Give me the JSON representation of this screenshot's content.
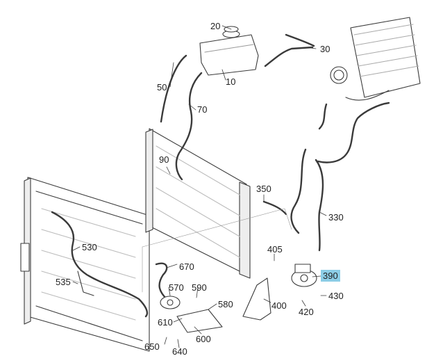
{
  "labels": {
    "p10": "10",
    "p20": "20",
    "p30": "30",
    "p50": "50",
    "p70": "70",
    "p90": "90",
    "p330": "330",
    "p350": "350",
    "p390": "390",
    "p400": "400",
    "p405": "405",
    "p420": "420",
    "p430": "430",
    "p530": "530",
    "p535": "535",
    "p570": "570",
    "p580": "580",
    "p590": "590",
    "p600": "600",
    "p610": "610",
    "p640": "640",
    "p650": "650",
    "p670": "670"
  },
  "highlight": {
    "part": "390",
    "color": "#8ccde6"
  },
  "colors": {
    "line": "#3a3a3a",
    "fill": "#ffffff",
    "shade": "#d9d9d9"
  }
}
